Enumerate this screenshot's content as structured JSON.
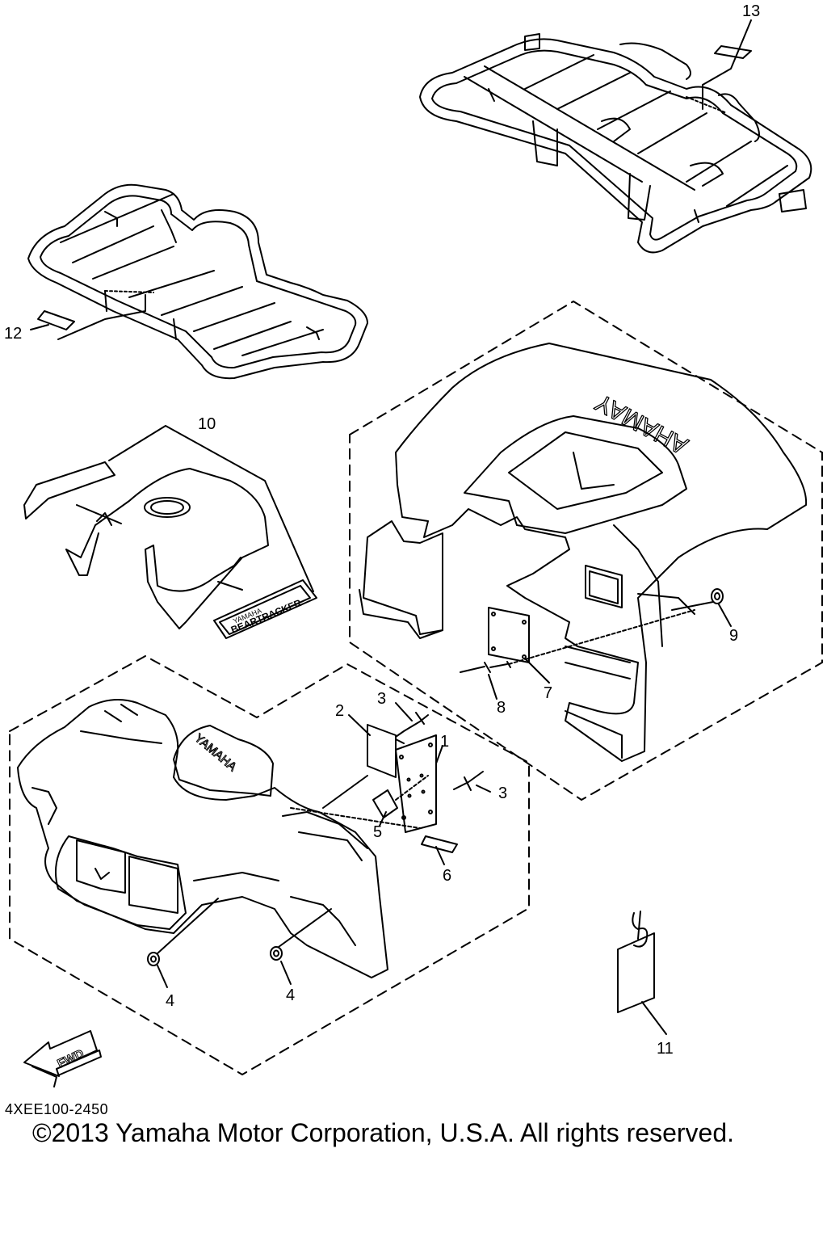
{
  "callouts": {
    "c1": "1",
    "c2": "2",
    "c3a": "3",
    "c3b": "3",
    "c4a": "4",
    "c4b": "4",
    "c5": "5",
    "c6": "6",
    "c7": "7",
    "c8": "8",
    "c9": "9",
    "c10": "10",
    "c11": "11",
    "c12": "12",
    "c13": "13"
  },
  "decals": {
    "rear_fender_logo": "YAMAHA",
    "front_fender_logo": "YAMAHA",
    "emblem_brand": "YAMAHA",
    "emblem_model": "BEARTRACKER"
  },
  "direction_arrow": "FWD",
  "reference_code": "4XEE100-2450",
  "copyright": "©2013 Yamaha Motor Corporation, U.S.A. All rights reserved."
}
